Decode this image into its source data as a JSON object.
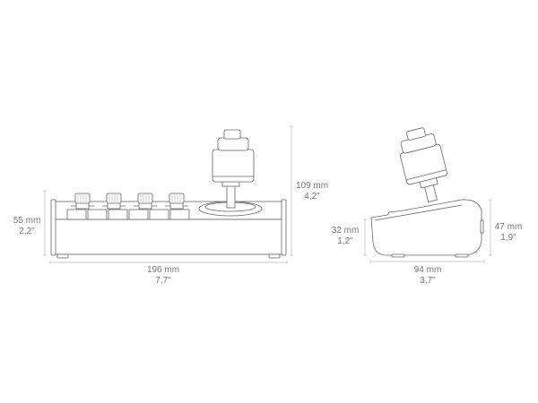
{
  "front_view": {
    "height_base": {
      "mm": "55 mm",
      "in": "2,2\""
    },
    "width": {
      "mm": "196 mm",
      "in": "7,7\""
    },
    "height_total": {
      "mm": "109 mm",
      "in": "4,2\""
    }
  },
  "side_view": {
    "height_front": {
      "mm": "32 mm",
      "in": "1,2\""
    },
    "depth": {
      "mm": "94 mm",
      "in": "3,7\""
    },
    "height_back": {
      "mm": "47 mm",
      "in": "1,9\""
    }
  }
}
